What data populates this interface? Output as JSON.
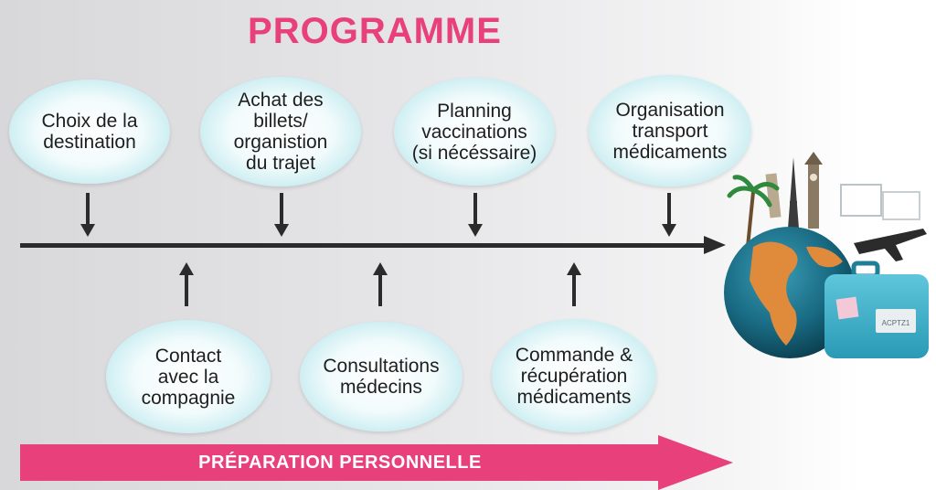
{
  "title": "PROGRAMME",
  "top_steps": [
    {
      "label": "Choix de la\ndestination"
    },
    {
      "label": "Achat des\nbillets/\norganistion\ndu trajet"
    },
    {
      "label": "Planning\nvaccinations\n(si nécéssaire)"
    },
    {
      "label": "Organisation\ntransport\nmédicaments"
    }
  ],
  "bottom_steps": [
    {
      "label": "Contact\navec la\ncompagnie"
    },
    {
      "label": "Consultations\nmédecins"
    },
    {
      "label": "Commande &\nrécupération\nmédicaments"
    }
  ],
  "banner": {
    "label": "PRÉPARATION PERSONNELLE"
  },
  "illustration": {
    "icon": "travel-globe-suitcase-icon",
    "suitcase_label": "ACPTZ1"
  },
  "colors": {
    "accent": "#e8407a",
    "bubble_edge": "#a9dfe6",
    "line": "#2b2b2b"
  }
}
